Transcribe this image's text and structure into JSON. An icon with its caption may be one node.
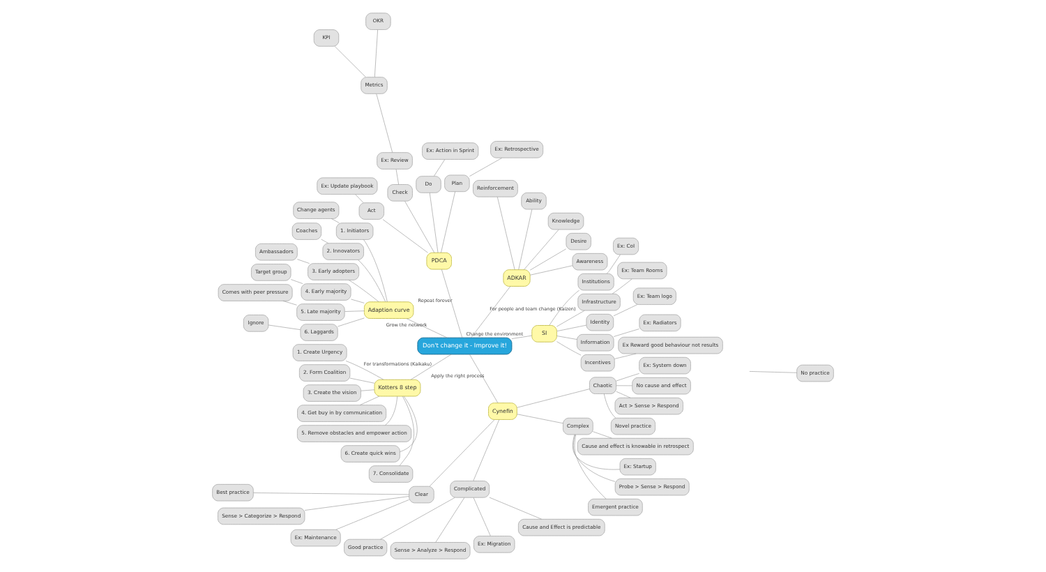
{
  "diagram": {
    "nodes": [
      {
        "text": [
          "Don't change it - Improve it!"
        ]
      },
      {
        "text": [
          "SI"
        ]
      },
      {
        "text": [
          "Incentives"
        ]
      },
      {
        "text": [
          "Ex Reward good behaviour not results"
        ]
      },
      {
        "text": [
          "Information"
        ]
      },
      {
        "text": [
          "Ex: Radiators"
        ]
      },
      {
        "text": [
          "Identity"
        ]
      },
      {
        "text": [
          "Ex: Team logo"
        ]
      },
      {
        "text": [
          "Infrastructure"
        ]
      },
      {
        "text": [
          "Ex: Team Rooms"
        ]
      },
      {
        "text": [
          "Institutions"
        ]
      },
      {
        "text": [
          "Ex: CoI"
        ]
      },
      {
        "text": [
          "ADKAR"
        ]
      },
      {
        "text": [
          "Awareness"
        ]
      },
      {
        "text": [
          "Desire"
        ]
      },
      {
        "text": [
          "Knowledge"
        ]
      },
      {
        "text": [
          "Ability"
        ]
      },
      {
        "text": [
          "Reinforcement"
        ]
      },
      {
        "text": [
          "PDCA"
        ]
      },
      {
        "text": [
          "Plan"
        ]
      },
      {
        "text": [
          "Ex: Retrospective"
        ]
      },
      {
        "text": [
          "Do"
        ]
      },
      {
        "text": [
          "Ex: Action in Sprint"
        ]
      },
      {
        "text": [
          "Check"
        ]
      },
      {
        "text": [
          "Ex: Review"
        ]
      },
      {
        "text": [
          "Metrics"
        ]
      },
      {
        "text": [
          "OKR"
        ]
      },
      {
        "text": [
          "KPI"
        ]
      },
      {
        "text": [
          "Act"
        ]
      },
      {
        "text": [
          "Ex: Update playbook"
        ]
      },
      {
        "text": [
          "Adaption curve"
        ]
      },
      {
        "text": [
          "1. Initiators"
        ]
      },
      {
        "text": [
          "Change agents"
        ]
      },
      {
        "text": [
          "2. Innovators"
        ]
      },
      {
        "text": [
          "Coaches"
        ]
      },
      {
        "text": [
          "3. Early adopters"
        ]
      },
      {
        "text": [
          "Ambassadors"
        ]
      },
      {
        "text": [
          "4. Early majority"
        ]
      },
      {
        "text": [
          "Target group"
        ]
      },
      {
        "text": [
          "5. Late majority"
        ]
      },
      {
        "text": [
          "Comes with peer pressure"
        ]
      },
      {
        "text": [
          "6. Laggards"
        ]
      },
      {
        "text": [
          "Ignore"
        ]
      },
      {
        "text": [
          "Kotters 8 step"
        ]
      },
      {
        "text": [
          "1. Create Urgency"
        ]
      },
      {
        "text": [
          "2. Form Coalition"
        ]
      },
      {
        "text": [
          "3. Create the vision"
        ]
      },
      {
        "text": [
          "4. Get buy in by communication"
        ]
      },
      {
        "text": [
          "5. Remove obstacles and empower action"
        ]
      },
      {
        "text": [
          "6. Create quick wins"
        ]
      },
      {
        "text": [
          "7. Consolidate"
        ]
      },
      {
        "text": [
          "Cynefin"
        ]
      },
      {
        "text": [
          "Clear"
        ]
      },
      {
        "text": [
          "Best practice"
        ]
      },
      {
        "text": [
          "Sense > Categorize > Respond"
        ]
      },
      {
        "text": [
          "Ex: Maintenance"
        ]
      },
      {
        "text": [
          "Complicated"
        ]
      },
      {
        "text": [
          "Good practice"
        ]
      },
      {
        "text": [
          "Sense > Analyze > Respond"
        ]
      },
      {
        "text": [
          "Ex: Migration"
        ]
      },
      {
        "text": [
          "Cause and Effect is predictable"
        ]
      },
      {
        "text": [
          "Complex"
        ]
      },
      {
        "text": [
          "Emergent practice"
        ]
      },
      {
        "text": [
          "Probe > Sense > Respond"
        ]
      },
      {
        "text": [
          "Ex: Startup"
        ]
      },
      {
        "text": [
          "Cause and effect is knowable in retrospect"
        ]
      },
      {
        "text": [
          "Chaotic"
        ]
      },
      {
        "text": [
          "Novel practice"
        ]
      },
      {
        "text": [
          "Act > Sense > Respond"
        ]
      },
      {
        "text": [
          "No cause and effect"
        ]
      },
      {
        "text": [
          "Ex: System down"
        ]
      },
      {
        "text": [
          "No practice"
        ]
      }
    ],
    "edges": [
      {
        "from": 0,
        "to": 1,
        "arrow": "none",
        "label": "Change the environment"
      },
      {
        "from": 1,
        "to": 2,
        "arrow": "none"
      },
      {
        "from": 2,
        "to": 3,
        "arrow": "none"
      },
      {
        "from": 1,
        "to": 4,
        "arrow": "none"
      },
      {
        "from": 4,
        "to": 5,
        "arrow": "none"
      },
      {
        "from": 1,
        "to": 6,
        "arrow": "none"
      },
      {
        "from": 6,
        "to": 7,
        "arrow": "none"
      },
      {
        "from": 1,
        "to": 8,
        "arrow": "none"
      },
      {
        "from": 8,
        "to": 9,
        "arrow": "none"
      },
      {
        "from": 1,
        "to": 10,
        "arrow": "none"
      },
      {
        "from": 10,
        "to": 11,
        "arrow": "none"
      },
      {
        "from": 0,
        "to": 12,
        "arrow": "none",
        "label": "For people and team change (Kaizen)"
      },
      {
        "from": 12,
        "to": 13,
        "arrow": "none"
      },
      {
        "from": 12,
        "to": 14,
        "arrow": "none"
      },
      {
        "from": 12,
        "to": 15,
        "arrow": "none"
      },
      {
        "from": 12,
        "to": 16,
        "arrow": "none"
      },
      {
        "from": 12,
        "to": 17,
        "arrow": "none"
      },
      {
        "from": 0,
        "to": 18,
        "arrow": "none",
        "label": "Repeat forever"
      },
      {
        "from": 18,
        "to": 19,
        "arrow": "none"
      },
      {
        "from": 19,
        "to": 20,
        "arrow": "none"
      },
      {
        "from": 18,
        "to": 21,
        "arrow": "none"
      },
      {
        "from": 21,
        "to": 22,
        "arrow": "none"
      },
      {
        "from": 18,
        "to": 23,
        "arrow": "none"
      },
      {
        "from": 23,
        "to": 24,
        "arrow": "none"
      },
      {
        "from": 24,
        "to": 25,
        "arrow": "none"
      },
      {
        "from": 25,
        "to": 26,
        "arrow": "none"
      },
      {
        "from": 25,
        "to": 27,
        "arrow": "none"
      },
      {
        "from": 18,
        "to": 28,
        "arrow": "none"
      },
      {
        "from": 28,
        "to": 29,
        "arrow": "none"
      },
      {
        "from": 0,
        "to": 30,
        "arrow": "none",
        "label": "Grow the network"
      },
      {
        "from": 30,
        "to": 31,
        "arrow": "none"
      },
      {
        "from": 31,
        "to": 32,
        "arrow": "none"
      },
      {
        "from": 30,
        "to": 33,
        "arrow": "none"
      },
      {
        "from": 33,
        "to": 34,
        "arrow": "none"
      },
      {
        "from": 30,
        "to": 35,
        "arrow": "none"
      },
      {
        "from": 35,
        "to": 36,
        "arrow": "none"
      },
      {
        "from": 30,
        "to": 37,
        "arrow": "none"
      },
      {
        "from": 37,
        "to": 38,
        "arrow": "none"
      },
      {
        "from": 30,
        "to": 39,
        "arrow": "none"
      },
      {
        "from": 39,
        "to": 40,
        "arrow": "none"
      },
      {
        "from": 30,
        "to": 41,
        "arrow": "none"
      },
      {
        "from": 41,
        "to": 42,
        "arrow": "none"
      },
      {
        "from": 0,
        "to": 43,
        "arrow": "none",
        "label": "For transformations (Kaikaku)"
      },
      {
        "from": 43,
        "to": 44,
        "arrow": "none"
      },
      {
        "from": 43,
        "to": 45,
        "arrow": "none"
      },
      {
        "from": 43,
        "to": 46,
        "arrow": "none"
      },
      {
        "from": 43,
        "to": 47,
        "arrow": "none"
      },
      {
        "from": 43,
        "to": 48,
        "arrow": "none"
      },
      {
        "from": 43,
        "to": 49,
        "arrow": "none"
      },
      {
        "from": 43,
        "to": 50,
        "arrow": "none"
      },
      {
        "from": 0,
        "to": 51,
        "arrow": "none",
        "label": "Apply the right process"
      },
      {
        "from": 51,
        "to": 52,
        "arrow": "none"
      },
      {
        "from": 52,
        "to": 53,
        "arrow": "none"
      },
      {
        "from": 52,
        "to": 54,
        "arrow": "none"
      },
      {
        "from": 52,
        "to": 55,
        "arrow": "none"
      },
      {
        "from": 51,
        "to": 56,
        "arrow": "none"
      },
      {
        "from": 56,
        "to": 57,
        "arrow": "none"
      },
      {
        "from": 56,
        "to": 58,
        "arrow": "none"
      },
      {
        "from": 56,
        "to": 59,
        "arrow": "none"
      },
      {
        "from": 56,
        "to": 60,
        "arrow": "none"
      },
      {
        "from": 51,
        "to": 61,
        "arrow": "none"
      },
      {
        "from": 61,
        "to": 62,
        "arrow": "none"
      },
      {
        "from": 61,
        "to": 63,
        "arrow": "none"
      },
      {
        "from": 61,
        "to": 64,
        "arrow": "none"
      },
      {
        "from": 61,
        "to": 65,
        "arrow": "none"
      },
      {
        "from": 51,
        "to": 66,
        "arrow": "none"
      },
      {
        "from": 66,
        "to": 67,
        "arrow": "none"
      },
      {
        "from": 66,
        "to": 68,
        "arrow": "none"
      },
      {
        "from": 66,
        "to": 69,
        "arrow": "none"
      },
      {
        "from": 66,
        "to": 70,
        "arrow": "none"
      },
      {
        "from": null,
        "to": 71,
        "arrow": "none"
      }
    ]
  }
}
